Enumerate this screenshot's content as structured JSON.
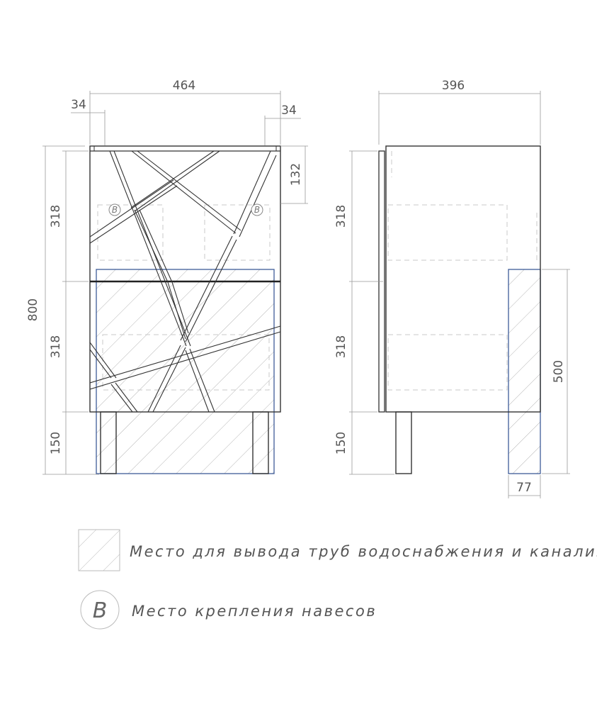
{
  "dimensions": {
    "front_width": "464",
    "side_depth": "396",
    "offset_left": "34",
    "offset_right": "34",
    "top_offset": "132",
    "total_height": "800",
    "upper_drawer": "318",
    "lower_drawer": "318",
    "legs": "150",
    "side_upper": "318",
    "side_lower": "318",
    "side_legs": "150",
    "pipe_zone_height": "500",
    "pipe_zone_depth": "77"
  },
  "markers": {
    "hinge_left": "B",
    "hinge_right": "B"
  },
  "legend": {
    "pipes_text": "Место для вывода труб водоснабжения и канализации",
    "hinge_symbol": "B",
    "hinge_text": "Место крепления навесов"
  },
  "colors": {
    "outline": "#333333",
    "pipe_zone": "#3e5c97",
    "hatch": "#b5b5b5",
    "dim_line": "#999999"
  }
}
